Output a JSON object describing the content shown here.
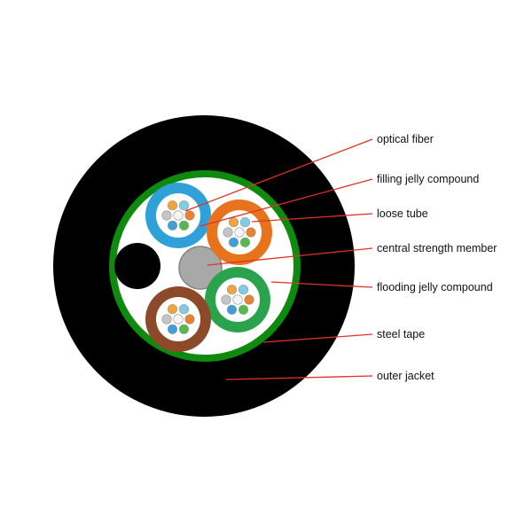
{
  "figure": {
    "labels": [
      "optical fiber",
      "filling jelly compound",
      "loose tube",
      "central strength member",
      "flooding jelly compound",
      "steel tape",
      "outer jacket"
    ],
    "colors": {
      "background": "#ffffff",
      "outer_jacket": "#000000",
      "steel_tape_ring": "#0e8a0e",
      "inner_fill": "#ffffff",
      "central_strength_member": "#a8a8a8",
      "central_strength_member_edge": "#838383",
      "filler_rod": "#000000",
      "tube_blue": "#2fa0d8",
      "tube_orange": "#e8731d",
      "tube_brown": "#8d4a2b",
      "tube_green": "#2aa34c",
      "leader_line": "#e03226",
      "label_text": "#111111"
    },
    "fiber_colors": [
      "#f5f5f5",
      "#e8822d",
      "#54b94e",
      "#3f9fd8",
      "#c4c4c4",
      "#f0a43c",
      "#7fcce8"
    ]
  }
}
